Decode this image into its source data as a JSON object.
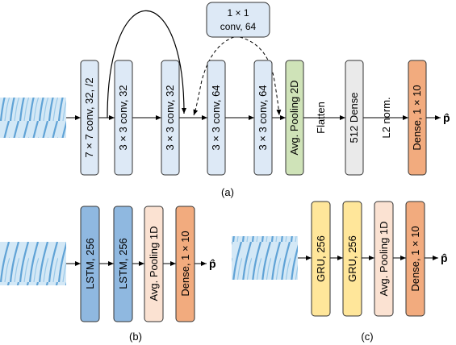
{
  "colors": {
    "conv_fill": "#dde9f6",
    "pool2d_fill": "#cfe3b8",
    "flatten_dense_fill": "#eaeaea",
    "output_dense_fill": "#f2ab7e",
    "lstm_fill": "#8fb8e0",
    "pool1d_fill": "#fbe2d2",
    "gru_fill": "#ffe69a",
    "input_stripe": "#5a9fd4",
    "input_bg": "#cfe6f5",
    "line": "#000000"
  },
  "panel_a": {
    "caption": "(a)",
    "blocks": [
      {
        "label": "7 × 7 conv, 32, /2",
        "kind": "conv"
      },
      {
        "label": "3 × 3 conv, 32",
        "kind": "conv"
      },
      {
        "label": "3 × 3 conv, 32",
        "kind": "conv"
      },
      {
        "label": "3 × 3 conv, 64",
        "kind": "conv"
      },
      {
        "label": "3 × 3 conv, 64",
        "kind": "conv"
      },
      {
        "label": "Avg. Pooling 2D",
        "kind": "pool2d"
      },
      {
        "label": "512 Dense",
        "kind": "dense"
      },
      {
        "label": "Dense, 1 × 10",
        "kind": "output"
      }
    ],
    "flatten_label": "Flatten",
    "norm_label": "L2 norm.",
    "shortcut_line1": "1 × 1",
    "shortcut_line2": "conv, 64",
    "output_symbol": "p̂"
  },
  "panel_b": {
    "caption": "(b)",
    "blocks": [
      {
        "label": "LSTM, 256",
        "kind": "lstm"
      },
      {
        "label": "LSTM, 256",
        "kind": "lstm"
      },
      {
        "label": "Avg. Pooling 1D",
        "kind": "pool1d"
      },
      {
        "label": "Dense, 1 × 10",
        "kind": "output"
      }
    ],
    "output_symbol": "p̂"
  },
  "panel_c": {
    "caption": "(c)",
    "blocks": [
      {
        "label": "GRU, 256",
        "kind": "gru"
      },
      {
        "label": "GRU, 256",
        "kind": "gru"
      },
      {
        "label": "Avg. Pooling 1D",
        "kind": "pool1d"
      },
      {
        "label": "Dense, 1 × 10",
        "kind": "output"
      }
    ],
    "output_symbol": "p̂"
  }
}
